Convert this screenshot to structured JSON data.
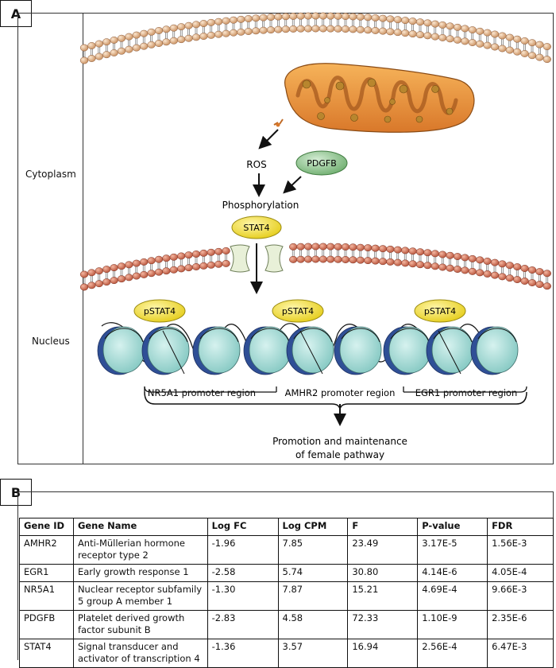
{
  "panel_a": {
    "label": "A",
    "side_labels": {
      "cytoplasm": "Cytoplasm",
      "nucleus": "Nucleus"
    },
    "nodes": {
      "ros": "ROS",
      "pdgfb": "PDGFB",
      "phosphorylation": "Phosphorylation",
      "stat4": "STAT4",
      "pstat4": "pSTAT4"
    },
    "promoters": [
      "NR5A1 promoter region",
      "AMHR2 promoter region",
      "EGR1 promoter region"
    ],
    "outcome_line1": "Promotion and maintenance",
    "outcome_line2": "of female pathway",
    "colors": {
      "membrane": "#e0b48e",
      "nuclear_membrane": "#d5755a",
      "mitochondrion": "#f2a040",
      "pdgfb": "#8fc48f",
      "stat": "#f2e23a",
      "nucleosome": "#a4ddd8",
      "histone": "#3a5fa8"
    }
  },
  "panel_b": {
    "label": "B",
    "headers": [
      "Gene ID",
      "Gene Name",
      "Log FC",
      "Log CPM",
      "F",
      "P-value",
      "FDR"
    ],
    "rows": [
      {
        "id": "AMHR2",
        "name1": "Anti-Müllerian hormone",
        "name2": "receptor type 2",
        "logfc": "-1.96",
        "logcpm": "7.85",
        "f": "23.49",
        "p": "3.17E-5",
        "fdr": "1.56E-3"
      },
      {
        "id": "EGR1",
        "name1": "Early growth response 1",
        "name2": "",
        "logfc": "-2.58",
        "logcpm": "5.74",
        "f": "30.80",
        "p": "4.14E-6",
        "fdr": "4.05E-4"
      },
      {
        "id": "NR5A1",
        "name1": "Nuclear receptor subfamily",
        "name2": "5 group A member 1",
        "logfc": "-1.30",
        "logcpm": "7.87",
        "f": "15.21",
        "p": "4.69E-4",
        "fdr": "9.66E-3"
      },
      {
        "id": "PDGFB",
        "name1": "Platelet derived growth",
        "name2": "factor subunit B",
        "logfc": "-2.83",
        "logcpm": "4.58",
        "f": "72.33",
        "p": "1.10E-9",
        "fdr": "2.35E-6"
      },
      {
        "id": "STAT4",
        "name1": "Signal transducer and",
        "name2": "activator of transcription 4",
        "logfc": "-1.36",
        "logcpm": "3.57",
        "f": "16.94",
        "p": "2.56E-4",
        "fdr": "6.47E-3"
      }
    ]
  }
}
